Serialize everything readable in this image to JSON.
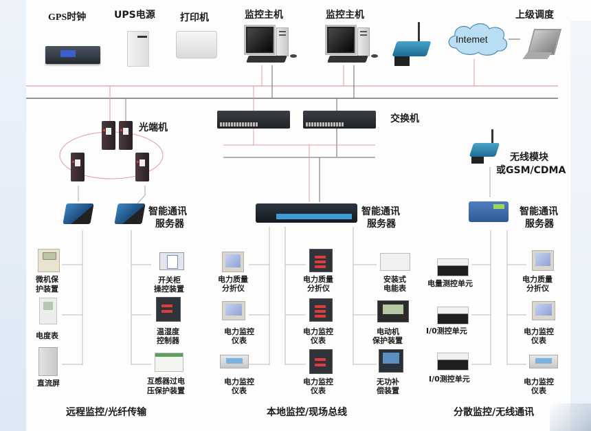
{
  "diagram": {
    "type": "network-topology",
    "title": "电力监控系统网络拓扑",
    "colors": {
      "primary_bus": "#e79aa1",
      "secondary_bus": "#555555",
      "branch": "#b5b5b5",
      "text": "#1a1a1a"
    }
  },
  "top_devices": [
    {
      "id": "gps",
      "label": "GPS时钟",
      "icon": "rack-unit-icon"
    },
    {
      "id": "ups",
      "label": "UPS电源",
      "icon": "ups-icon"
    },
    {
      "id": "printer",
      "label": "打印机",
      "icon": "printer-icon"
    },
    {
      "id": "host1",
      "label": "监控主机",
      "icon": "desktop-computer-icon"
    },
    {
      "id": "host2",
      "label": "监控主机",
      "icon": "desktop-computer-icon"
    },
    {
      "id": "router",
      "label": "",
      "icon": "wireless-router-icon"
    },
    {
      "id": "internet",
      "label": "Intemet",
      "icon": "cloud-icon"
    },
    {
      "id": "dispatch",
      "label": "上级调度",
      "icon": "laptop-icon"
    }
  ],
  "middle": {
    "optical_label": "光端机",
    "switch_label": "交换机",
    "wireless_label_1": "无线模块",
    "wireless_label_2": "或GSM/CDMA",
    "server_label_1": "智能通讯",
    "server_label_2": "服务器"
  },
  "left_group": {
    "col1": [
      {
        "label_1": "微机保",
        "label_2": "护装置",
        "icon": "protection-relay-icon"
      },
      {
        "label_1": "电度表",
        "label_2": "",
        "icon": "energy-meter-icon"
      },
      {
        "label_1": "直流屏",
        "label_2": "",
        "icon": "dc-cabinet-icon"
      }
    ],
    "col2": [
      {
        "label_1": "开关柜",
        "label_2": "操控装置",
        "icon": "switchgear-controller-icon"
      },
      {
        "label_1": "温湿度",
        "label_2": "控制器",
        "icon": "humidity-controller-icon"
      },
      {
        "label_1": "互感器过电",
        "label_2": "压保护装置",
        "icon": "overvoltage-protector-icon"
      }
    ],
    "footer": "远程监控/光纤传输"
  },
  "center_group": {
    "col1": [
      {
        "label_1": "电力质量",
        "label_2": "分折仪",
        "icon": "power-quality-analyzer-icon"
      },
      {
        "label_1": "电力监控",
        "label_2": "仪表",
        "icon": "power-meter-icon"
      },
      {
        "label_1": "电力监控",
        "label_2": "仪表",
        "icon": "digital-meter-icon"
      }
    ],
    "col2": [
      {
        "label_1": "电力质量",
        "label_2": "分折仪",
        "icon": "panel-meter-icon"
      },
      {
        "label_1": "电力监控",
        "label_2": "仪表",
        "icon": "panel-meter-icon"
      },
      {
        "label_1": "电力监控",
        "label_2": "仪表",
        "icon": "panel-meter-icon"
      }
    ],
    "col3": [
      {
        "label_1": "安装式",
        "label_2": "电能表",
        "icon": "din-rail-meter-icon"
      },
      {
        "label_1": "电动机",
        "label_2": "保护装置",
        "icon": "motor-protector-icon"
      },
      {
        "label_1": "无功补",
        "label_2": "偿装置",
        "icon": "reactive-compensation-icon"
      }
    ],
    "footer": "本地监控/现场总线"
  },
  "right_group": {
    "col1": [
      {
        "label_1": "电量测控单元",
        "icon": "io-unit-icon"
      },
      {
        "label_1": "I/0测控单元",
        "icon": "io-unit-icon"
      },
      {
        "label_1": "I/0测控单元",
        "icon": "io-unit-icon"
      }
    ],
    "col2": [
      {
        "label_1": "电力质量",
        "label_2": "分折仪",
        "icon": "power-quality-analyzer-icon"
      },
      {
        "label_1": "电力监控",
        "label_2": "仪表",
        "icon": "power-meter-icon"
      },
      {
        "label_1": "电力监控",
        "label_2": "仪表",
        "icon": "digital-meter-icon"
      }
    ],
    "footer": "分散监控/无线通讯"
  }
}
